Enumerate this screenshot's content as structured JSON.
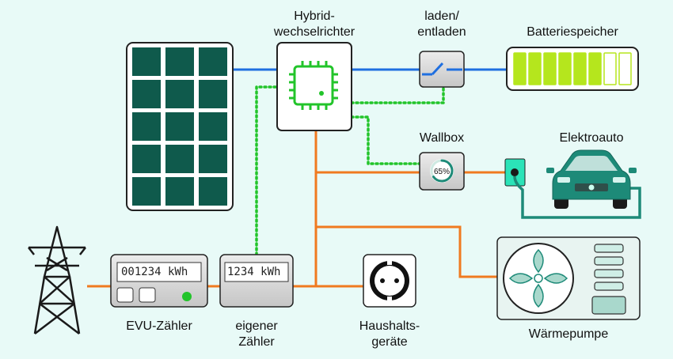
{
  "labels": {
    "inverter": [
      "Hybrid-",
      "wechselrichter"
    ],
    "switch": [
      "laden/",
      "entladen"
    ],
    "battery": "Batteriespeicher",
    "wallbox": "Wallbox",
    "car": "Elektroauto",
    "evu_meter": "EVU-Zähler",
    "own_meter": [
      "eigener",
      "Zähler"
    ],
    "appliances": [
      "Haushalts-",
      "geräte"
    ],
    "heatpump": "Wärmepumpe"
  },
  "evu_meter_reading": "001234 kWh",
  "own_meter_reading": "1234 kWh",
  "wallbox_charge": "65%",
  "wallbox_charge_fraction": 0.65,
  "battery_segments_filled": 6,
  "battery_segments_total": 8,
  "colors": {
    "background": "#e8faf7",
    "dc_line": "#1f6fe0",
    "ac_line": "#f07a20",
    "data_line": "#22c42a",
    "panel_cell": "#0f5a4c",
    "battery_fill": "#b5e61d",
    "chip": "#22c42a",
    "car_body": "#1d8a78",
    "heatpump_face": "#e8f4f1",
    "heatpump_accent": "#a9d8cc",
    "device_gray": "#d0d0d0"
  }
}
